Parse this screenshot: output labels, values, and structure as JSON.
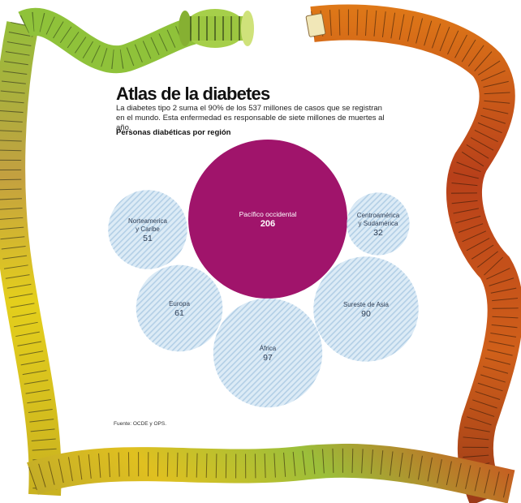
{
  "title": "Atlas de la diabetes",
  "description": "La diabetes tipo 2 suma el 90% de los 537 millones de casos que se registran en el mundo. Esta enfermedad es responsable de siete millones de muertes al año.",
  "source": "Fuente: OCDE y OPS.",
  "colors": {
    "highlight": "#a0146b",
    "bubble_fill": "#dcebf6",
    "bubble_stripe": "#b3cfe6",
    "bubble_text": "#2f3e55"
  },
  "chart_data": {
    "type": "bubble",
    "title": "Personas diabéticas por región",
    "series": [
      {
        "region": "Norteamerica y Caribe",
        "label_lines": [
          "Norteamerica",
          "y Caribe"
        ],
        "value": 51
      },
      {
        "region": "Pacífico occidental",
        "label_lines": [
          "Pacífico occidental"
        ],
        "value": 206,
        "highlight": true
      },
      {
        "region": "Centroamérica y Sudamérica",
        "label_lines": [
          "Centroamérica",
          "y Sudamérica"
        ],
        "value": 32
      },
      {
        "region": "Europa",
        "label_lines": [
          "Europa"
        ],
        "value": 61
      },
      {
        "region": "Sureste de Asia",
        "label_lines": [
          "Sureste de Asia"
        ],
        "value": 90
      },
      {
        "region": "África",
        "label_lines": [
          "África"
        ],
        "value": 97
      }
    ]
  }
}
